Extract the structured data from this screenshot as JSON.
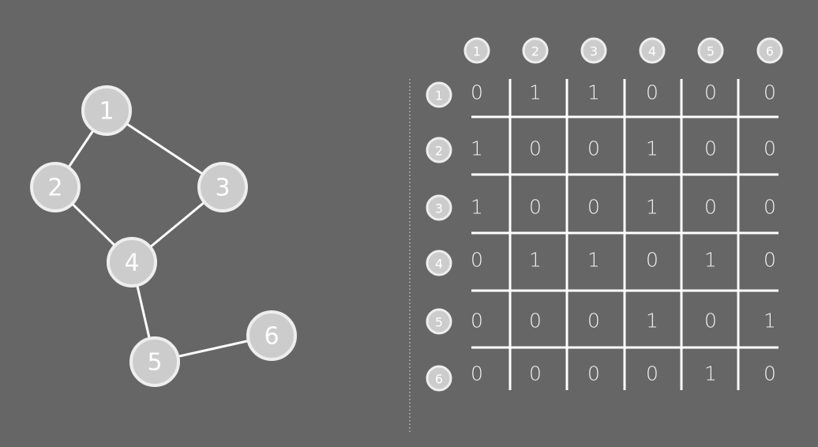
{
  "colors": {
    "background": "#666666",
    "node_fill": "#cccccc",
    "node_stroke": "#eeeeee",
    "line": "#ffffff",
    "text": "#ffffff"
  },
  "graph": {
    "nodes": [
      "1",
      "2",
      "3",
      "4",
      "5",
      "6"
    ],
    "edges": [
      [
        "1",
        "2"
      ],
      [
        "1",
        "3"
      ],
      [
        "2",
        "4"
      ],
      [
        "3",
        "4"
      ],
      [
        "4",
        "5"
      ],
      [
        "5",
        "6"
      ]
    ]
  },
  "matrix": {
    "column_headers": [
      "1",
      "2",
      "3",
      "4",
      "5",
      "6"
    ],
    "row_headers": [
      "1",
      "2",
      "3",
      "4",
      "5",
      "6"
    ],
    "rows": [
      [
        "0",
        "1",
        "1",
        "0",
        "0",
        "0"
      ],
      [
        "1",
        "0",
        "0",
        "1",
        "0",
        "0"
      ],
      [
        "1",
        "0",
        "0",
        "1",
        "0",
        "0"
      ],
      [
        "0",
        "1",
        "1",
        "0",
        "1",
        "0"
      ],
      [
        "0",
        "0",
        "0",
        "1",
        "0",
        "1"
      ],
      [
        "0",
        "0",
        "0",
        "0",
        "1",
        "0"
      ]
    ]
  }
}
